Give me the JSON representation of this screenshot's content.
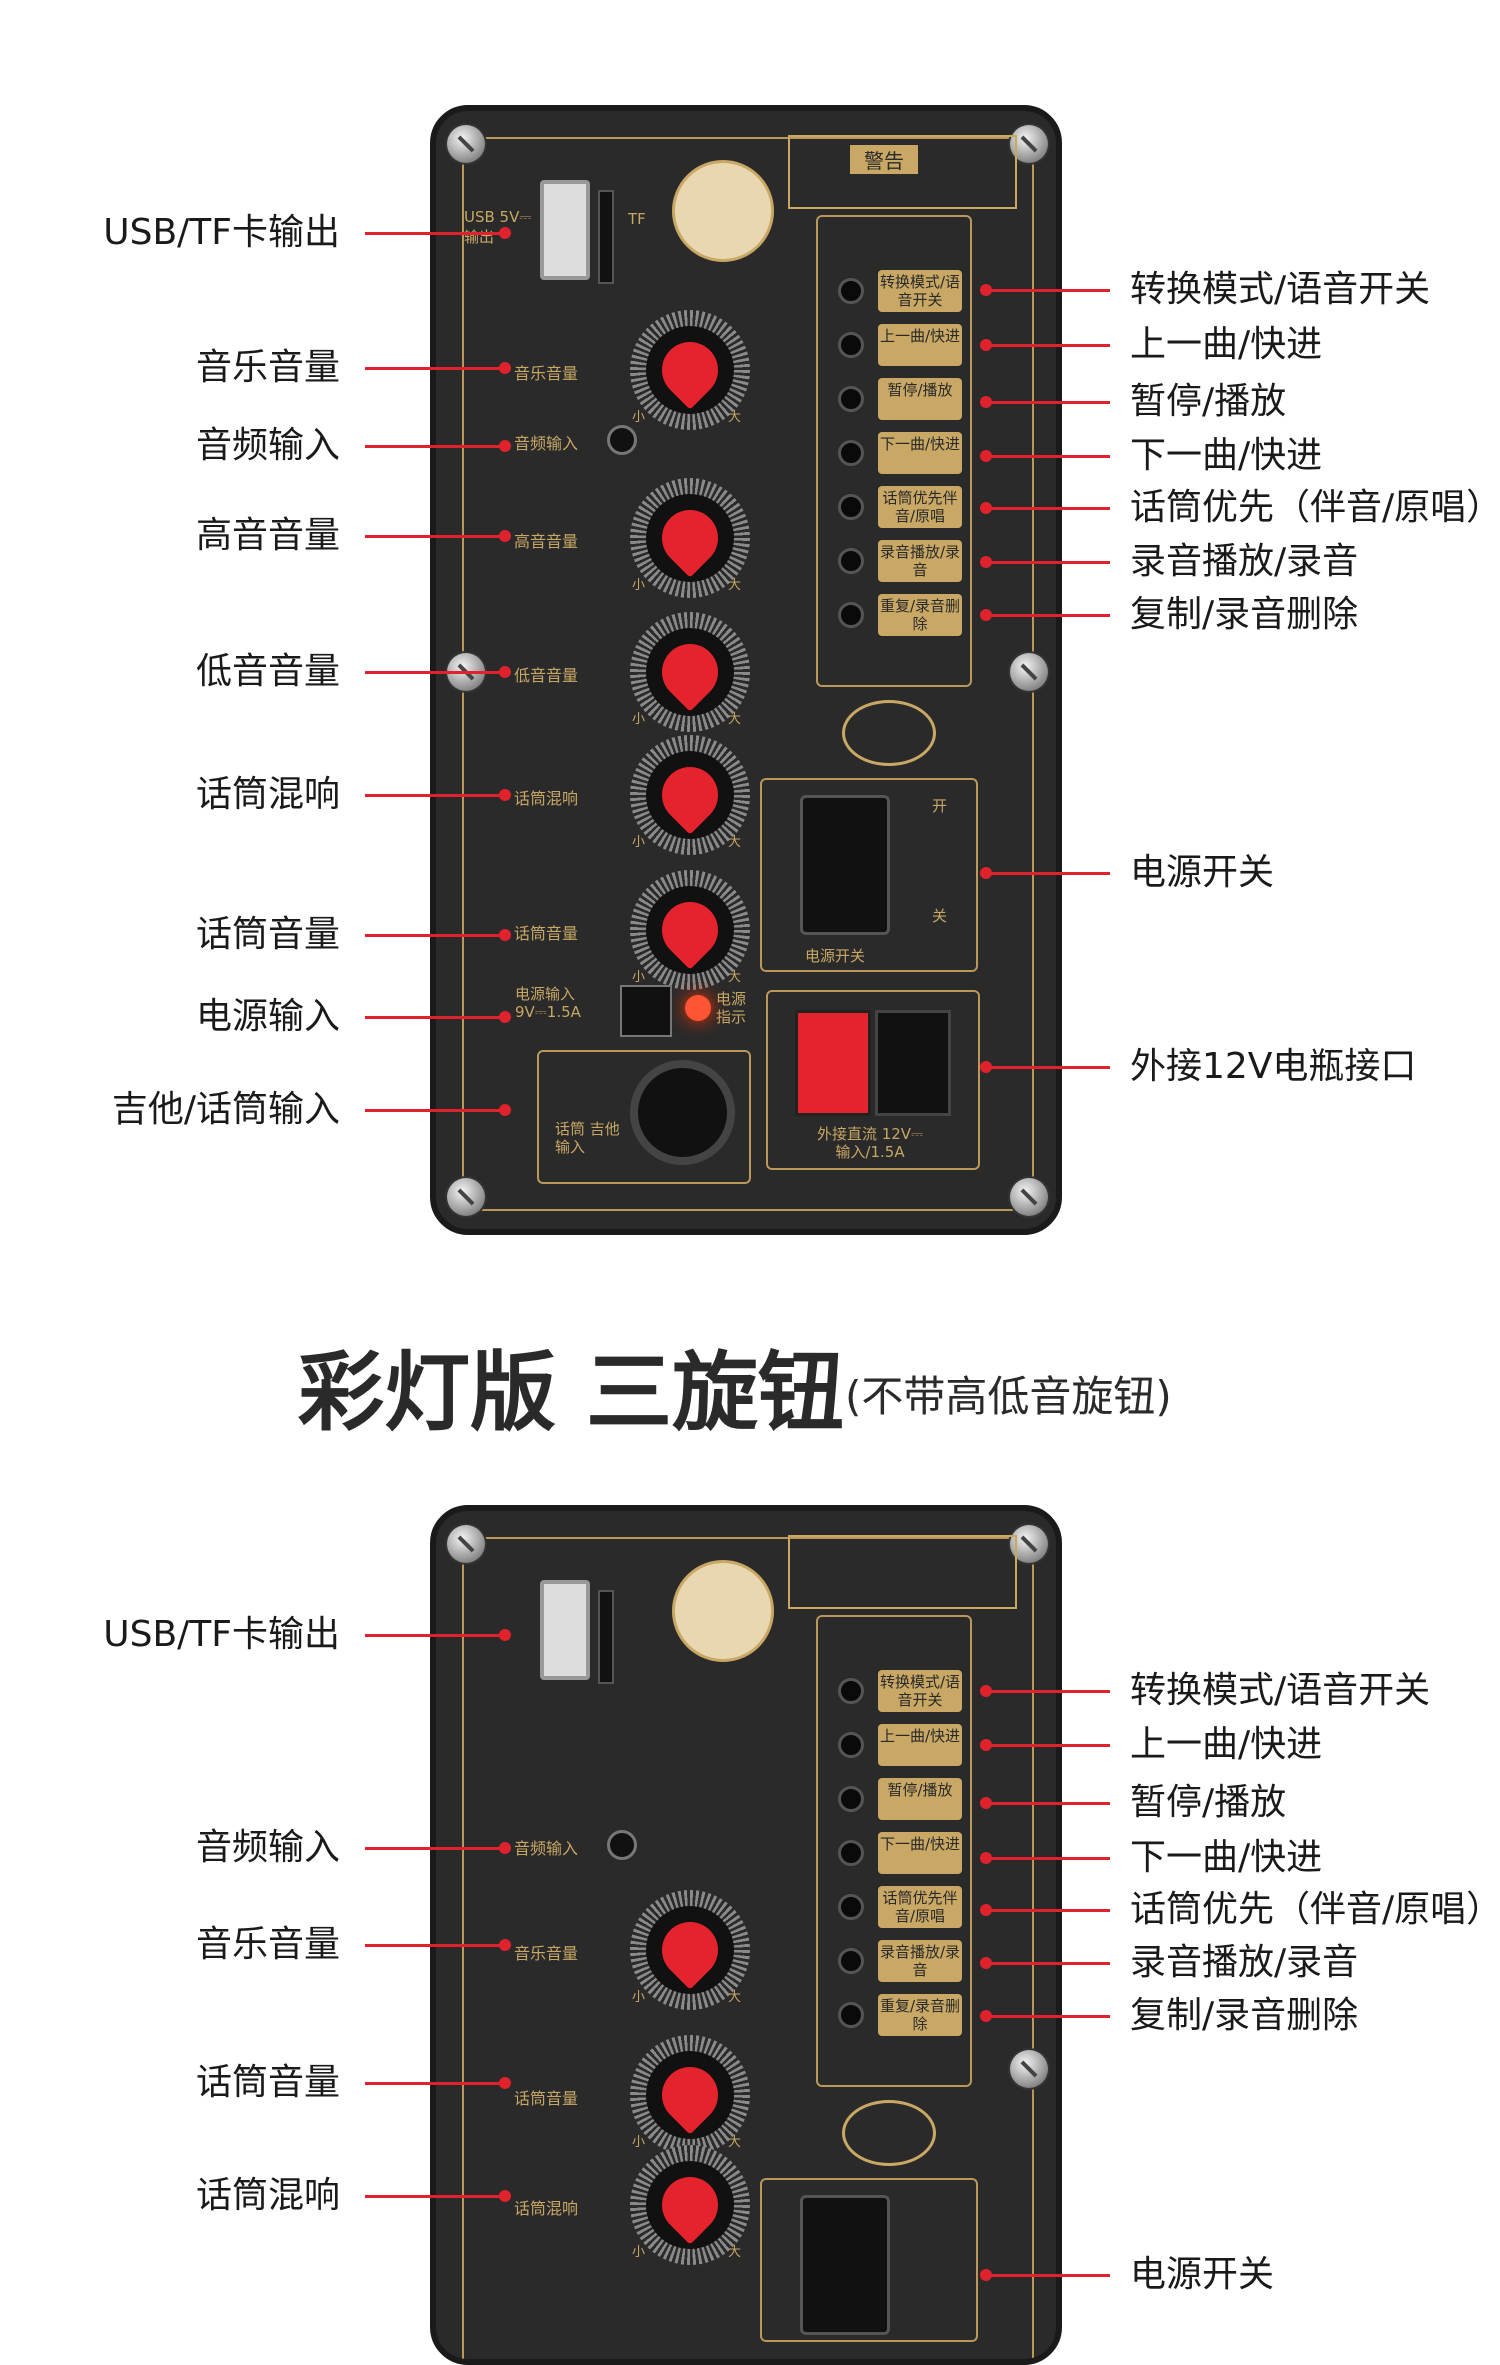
{
  "panel1": {
    "left_labels": [
      "USB/TF卡输出",
      "音乐音量",
      "音频输入",
      "高音音量",
      "低音音量",
      "话筒混响",
      "话筒音量",
      "电源输入",
      "吉他/话筒输入"
    ],
    "right_labels": [
      "转换模式/语音开关",
      "上一曲/快进",
      "暂停/播放",
      "下一曲/快进",
      "话筒优先（伴音/原唱）",
      "录音播放/录音",
      "复制/录音删除",
      "电源开关",
      "外接12V电瓶接口"
    ],
    "panel_knob_labels": [
      "音乐音量",
      "高音音量",
      "低音音量",
      "话筒混响",
      "话筒音量"
    ],
    "panel_audio_in": "音频输入",
    "button_labels": [
      "转换模式/语音开关",
      "上一曲/快进",
      "暂停/播放",
      "下一曲/快进",
      "话筒优先伴音/原唱",
      "录音播放/录音",
      "重复/录音删除"
    ],
    "usb_text": "USB 5V⎓输出",
    "tf_text": "TF",
    "warning_text": "警告",
    "power_switch_text": "电源开关",
    "switch_on": "开",
    "switch_off": "关",
    "power_in_text": "电源输入 9V⎓1.5A",
    "power_led_text": "电源指示",
    "ext_dc_text": "外接直流 12V⎓输入/1.5A",
    "mic_text": "话筒 吉他输入",
    "knob_min": "小",
    "knob_max": "大"
  },
  "section_title": "彩灯版 三旋钮",
  "section_subtitle": "(不带高低音旋钮)",
  "panel2": {
    "left_labels": [
      "USB/TF卡输出",
      "音频输入",
      "音乐音量",
      "话筒音量",
      "话筒混响"
    ],
    "right_labels": [
      "转换模式/语音开关",
      "上一曲/快进",
      "暂停/播放",
      "下一曲/快进",
      "话筒优先（伴音/原唱）",
      "录音播放/录音",
      "复制/录音删除",
      "电源开关"
    ],
    "panel_knob_labels": [
      "音乐音量",
      "话筒音量",
      "话筒混响"
    ],
    "panel_audio_in": "音频输入"
  },
  "colors": {
    "accent_red": "#e0222c",
    "panel": "#2a2a2a",
    "gold": "#c8a864"
  }
}
